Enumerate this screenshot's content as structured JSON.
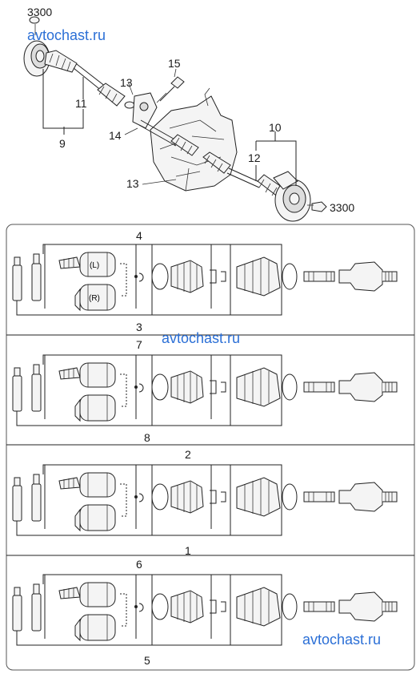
{
  "watermark": {
    "text_top": "avtochast.ru",
    "text_middle": "avtochast.ru",
    "text_bottom": "avtochast.ru",
    "color": "#2b6fd6"
  },
  "callouts": {
    "c3300_top": "3300",
    "c3300_right": "3300",
    "c15": "15",
    "c13_a": "13",
    "c13_b": "13",
    "c11": "11",
    "c9": "9",
    "c14": "14",
    "c10": "10",
    "c12": "12"
  },
  "panels": [
    {
      "top_label": "4",
      "bottom_label": "3",
      "upper_letter": "(L)",
      "lower_letter": "(R)"
    },
    {
      "top_label": "7",
      "bottom_label": "8",
      "upper_letter": "",
      "lower_letter": ""
    },
    {
      "top_label": "2",
      "bottom_label": "1",
      "upper_letter": "",
      "lower_letter": ""
    },
    {
      "top_label": "6",
      "bottom_label": "5",
      "upper_letter": "",
      "lower_letter": ""
    }
  ],
  "colors": {
    "line": "#222222",
    "part_fill": "#f4f4f4",
    "frame": "#555555"
  }
}
